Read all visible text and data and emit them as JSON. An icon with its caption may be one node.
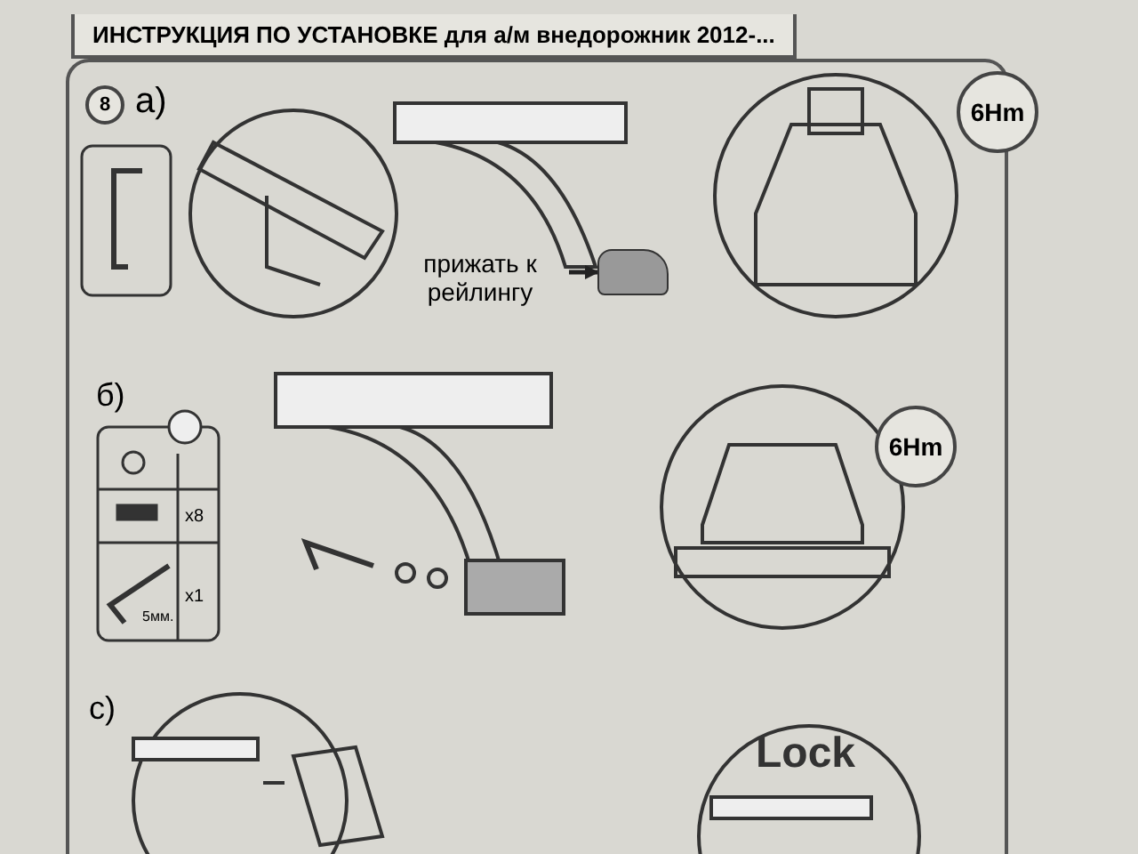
{
  "diagram": {
    "title": "ИНСТРУКЦИЯ ПО УСТАНОВКЕ для а/м внедорожник 2012-...",
    "nodes": [
      {
        "text": [
          "8"
        ]
      },
      {
        "text": [
          "6Hm"
        ]
      },
      {
        "text": [
          "прижать к рейлингу"
        ]
      },
      {
        "text": [],
        "shape": "box"
      },
      {
        "text": [
          "6Hm"
        ]
      }
    ],
    "edges": [
      {
        "from": 2,
        "to": 3,
        "arrow": "to"
      }
    ],
    "labels": [
      "а)",
      "б)",
      "x8",
      "x1",
      "5мм.",
      "c)",
      "Lock"
    ]
  }
}
